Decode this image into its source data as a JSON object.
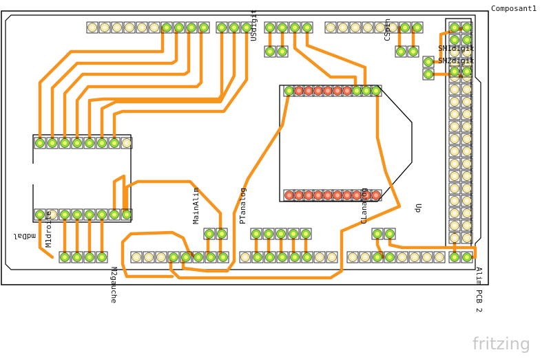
{
  "labels": {
    "composant": "Composant1",
    "usdigit": "USdigit",
    "cspin": "CSpin",
    "sm1digit": "SM1digit",
    "sm2digit": "SM2digit",
    "up": "Up",
    "m1droite": "M1droite",
    "m2gauche": "M2gauche",
    "mainalim": "MainAlim",
    "planalog": "PTanalog",
    "clanalog": "CLanalog",
    "alim_pcb": "Alim PCB 2",
    "label_left": "mdDal"
  },
  "logo": {
    "text": "fritzing"
  },
  "colors": {
    "trace": "#f7941d",
    "board_outline": "#000000",
    "pad_connected": "#8dd63f",
    "pad_center": "#f1f86a",
    "pad_unconnected": "#f6e6a3",
    "pad_chip_red": "#f06a4a"
  }
}
